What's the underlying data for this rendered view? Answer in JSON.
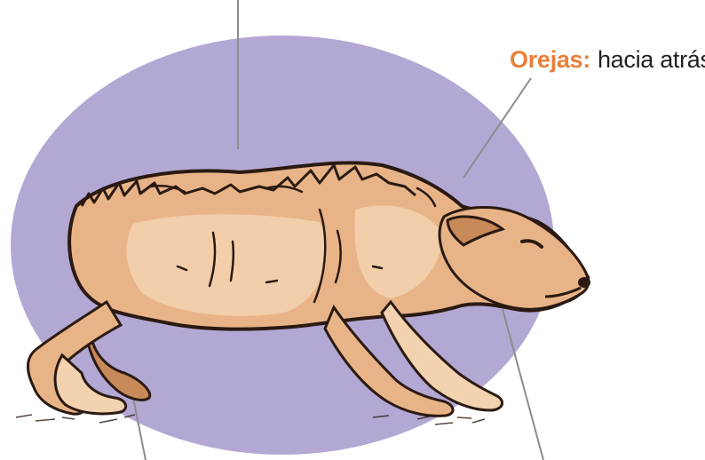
{
  "annotation": {
    "term": "Orejas:",
    "description": "hacia atrás."
  },
  "colors": {
    "background_ellipse": "#b3a8d3",
    "leader_lines": "#8c8c8c",
    "term_text": "#e9803a",
    "body_text": "#231f20",
    "fur_main": "#e8b487",
    "fur_light": "#f3d2b0",
    "fur_shadow": "#c98a5a",
    "ink": "#2a1a12"
  },
  "illustration": {
    "subject": "dog-crouching-fearful"
  }
}
